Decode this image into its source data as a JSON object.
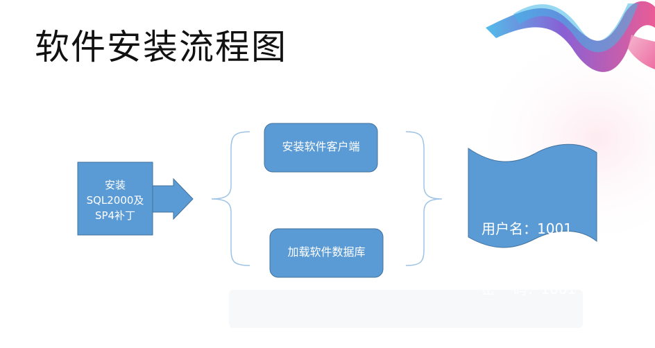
{
  "slide": {
    "title": "软件安装流程图"
  },
  "diagram": {
    "install_sql": {
      "line1": "安装",
      "line2": "SQL2000及",
      "line3": "SP4补丁"
    },
    "install_client": {
      "label": "安装软件客户端"
    },
    "load_database": {
      "label": "加载软件数据库"
    },
    "credentials": {
      "username_line": "用户名：1001",
      "password_line": "密    码：1001"
    }
  },
  "colors": {
    "node_fill": "#5b9bd5",
    "node_stroke": "#41719c",
    "bracket": "#9dc3e6",
    "ribbon_pink": "#e84a8a",
    "ribbon_purple": "#7b4fd0",
    "ribbon_cyan": "#3fb6e6"
  }
}
